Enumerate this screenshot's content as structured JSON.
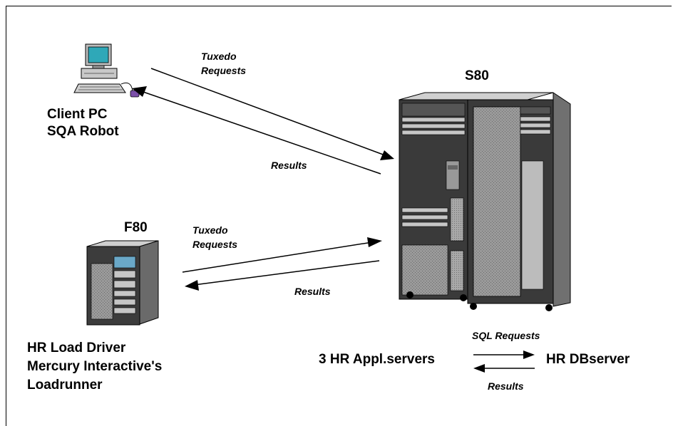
{
  "client": {
    "line1": "Client PC",
    "line2": "SQA Robot"
  },
  "top_link": {
    "request_line1": "Tuxedo",
    "request_line2": "Requests",
    "results": "Results"
  },
  "server": {
    "name": "S80"
  },
  "f80": {
    "name": "F80"
  },
  "bottom_link": {
    "request_line1": "Tuxedo",
    "request_line2": "Requests",
    "results": "Results"
  },
  "driver": {
    "line1": "HR Load Driver",
    "line2": "Mercury Interactive's",
    "line3": "Loadrunner"
  },
  "db_link": {
    "left": "3 HR Appl.servers",
    "right": "HR DBserver",
    "request": "SQL Requests",
    "results": "Results"
  }
}
